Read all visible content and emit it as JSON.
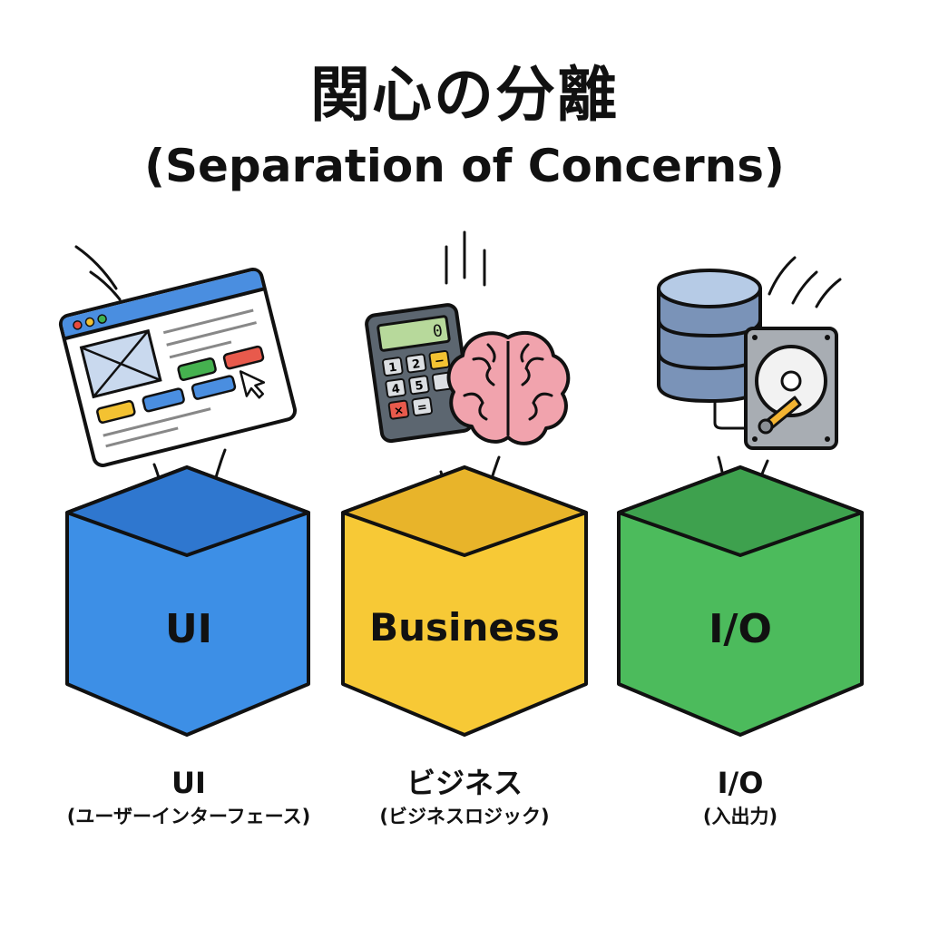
{
  "title": {
    "japanese": "関心の分離",
    "english": "(Separation of Concerns)"
  },
  "boxes": [
    {
      "label": "UI",
      "caption": "UI",
      "subcaption": "(ユーザーインターフェース)",
      "color": "#3d8fe6",
      "icon": "browser-window-icon"
    },
    {
      "label": "Business",
      "caption": "ビジネス",
      "subcaption": "(ビジネスロジック)",
      "color": "#f7c936",
      "icon": "calculator-and-brain-icon"
    },
    {
      "label": "I/O",
      "caption": "I/O",
      "subcaption": "(入出力)",
      "color": "#4cbb5c",
      "icon": "database-and-hard-drive-icon"
    }
  ]
}
